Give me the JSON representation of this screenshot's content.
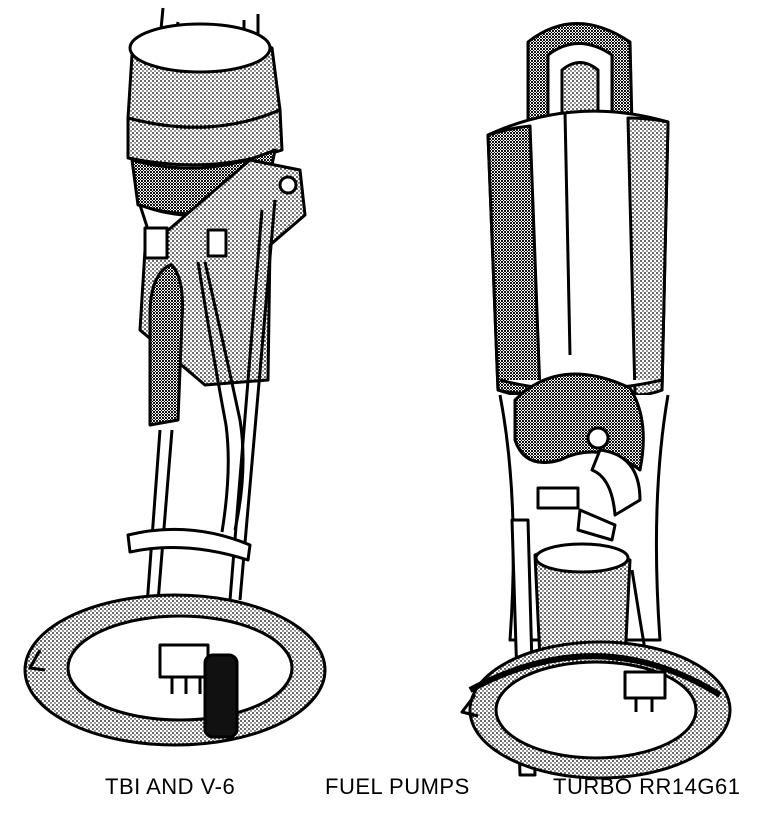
{
  "captions": {
    "left": "TBI AND V-6",
    "center": "FUEL PUMPS",
    "right": "TURBO  RR14G61"
  },
  "colors": {
    "ink": "#000000",
    "paper": "#ffffff",
    "shade": "#bdbdbd",
    "dark_shade": "#6e6e6e"
  },
  "illustrations": [
    {
      "name": "tbi-v6-fuel-pump"
    },
    {
      "name": "turbo-fuel-pump"
    }
  ]
}
